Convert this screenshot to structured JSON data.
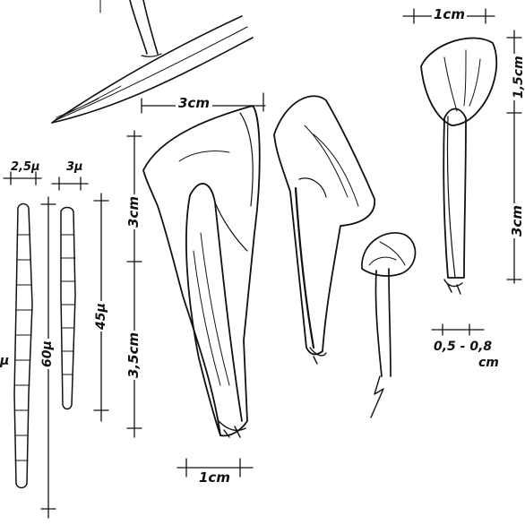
{
  "figure": {
    "labels": {
      "top_right_width": "1cm",
      "top_right_height_upper": "1,5cm",
      "top_right_height_lower": "3cm",
      "middle_top_width": "3cm",
      "left_width_a": "2,5μ",
      "left_width_b": "3μ",
      "left_length_a": "60μ",
      "left_length_b": "45μ",
      "left_edge_unit": "μ",
      "middle_height_upper": "3cm",
      "middle_height_lower": "3,5cm",
      "bottom_width": "1cm",
      "right_range_top": "0,5 - 0,8",
      "right_range_unit": "cm"
    }
  },
  "colors": {
    "ink": "#111111",
    "paper": "#ffffff"
  }
}
